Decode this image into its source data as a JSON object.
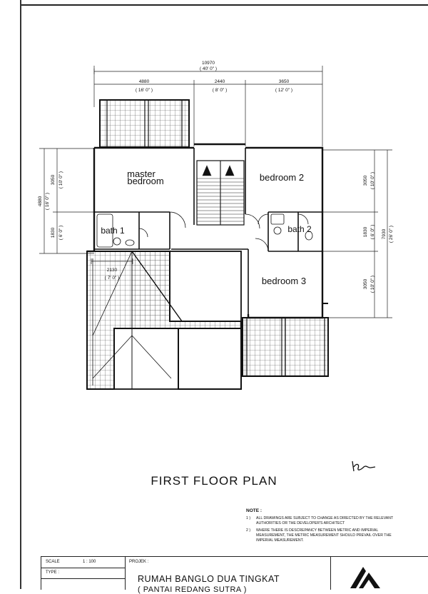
{
  "drawing": {
    "plan_title": "FIRST FLOOR PLAN",
    "rooms": {
      "master_line1": "master",
      "master_line2": "bedroom",
      "bedroom2": "bedroom 2",
      "bedroom3": "bedroom 3",
      "bath1": "bath 1",
      "bath2": "bath 2"
    },
    "dimensions": {
      "top_overall": "10970",
      "top_overall_imperial": "( 40' 0\" )",
      "top_seg1": "4880",
      "top_seg1_imperial": "( 16' 0\" )",
      "top_seg2": "2440",
      "top_seg2_imperial": "( 8' 0\" )",
      "top_seg3": "3650",
      "top_seg3_imperial": "( 12' 0\" )",
      "left_overall": "4880",
      "left_overall_imperial": "( 16' 0\" )",
      "left_seg1": "3050",
      "left_seg1_imperial": "( 10' 0\" )",
      "left_seg2": "1830",
      "left_seg2_imperial": "( 6' 0\" )",
      "inner_width": "2130",
      "inner_width_imperial": "( 7' 0\" )",
      "right_seg1": "3050",
      "right_seg1_imperial": "( 10' 0\" )",
      "right_seg2": "1830",
      "right_seg2_imperial": "( 6' 0\" )",
      "right_seg3": "3050",
      "right_seg3_imperial": "( 10' 0\" )",
      "right_overall": "7930",
      "right_overall_imperial": "( 26' 0\" )"
    }
  },
  "notes": {
    "heading": "NOTE :",
    "items": [
      {
        "num": "1 )",
        "text": "ALL DRAWINGS ARE SUBJECT TO CHANGE AS DIRECTED BY THE RELEVANT AUTHORITIES OR THE DEVELOPER'S ARCHITECT"
      },
      {
        "num": "2 )",
        "text": "WHERE THERE IS DESCREPANCY BETWEEN METRIC AND IMPERIAL MEASUREMENT, THE METRIC MEASUREMENT SHOULD PREVAIL OVER THE IMPERIAL MEASUREMENT."
      }
    ]
  },
  "title_block": {
    "scale_label": "SCALE",
    "scale_value": "1 : 100",
    "type_label": "TYPE :",
    "projek_label": "PROJEK :",
    "project_name": "RUMAH BANGLO DUA TINGKAT",
    "project_subtitle": "( PANTAI REDANG SUTRA )"
  },
  "colors": {
    "ink": "#111111",
    "paper": "#ffffff"
  }
}
